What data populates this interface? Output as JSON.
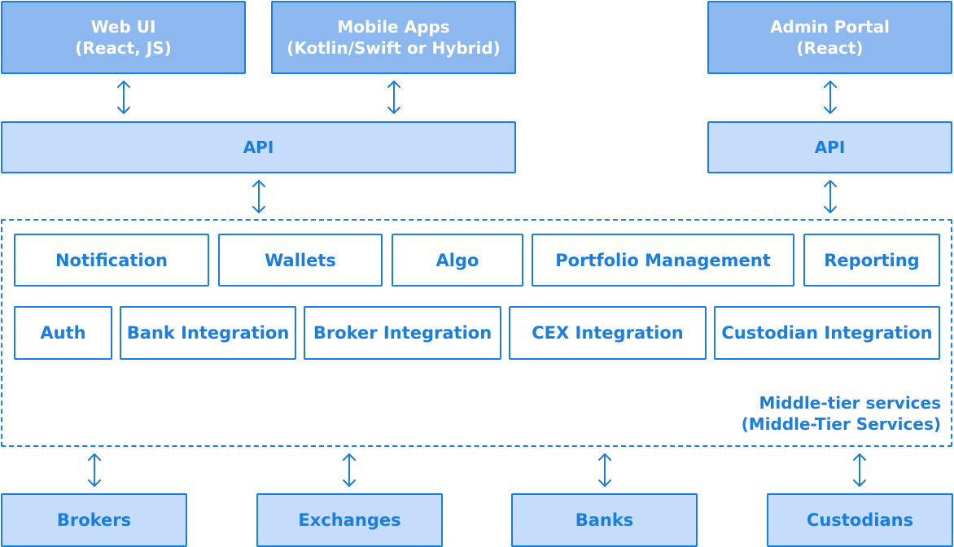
{
  "clients": {
    "web_ui": {
      "title": "Web UI",
      "subtitle": "(React, JS)"
    },
    "mobile_apps": {
      "title": "Mobile Apps",
      "subtitle": "(Kotlin/Swift or Hybrid)"
    },
    "admin_portal": {
      "title": "Admin Portal",
      "subtitle": "(React)"
    }
  },
  "apis": {
    "main": "API",
    "admin": "API"
  },
  "middle_tier": {
    "label_line1": "Middle-tier services",
    "label_line2": "(Middle-Tier Services)",
    "row1": [
      "Notification",
      "Wallets",
      "Algo",
      "Portfolio Management",
      "Reporting"
    ],
    "row2": [
      "Auth",
      "Bank Integration",
      "Broker Integration",
      "CEX Integration",
      "Custodian Integration"
    ]
  },
  "externals": [
    "Brokers",
    "Exchanges",
    "Banks",
    "Custodians"
  ],
  "colors": {
    "accent": "#1a7de0",
    "client_fill": "#8cb7ef",
    "api_fill": "#c5dcfa"
  }
}
